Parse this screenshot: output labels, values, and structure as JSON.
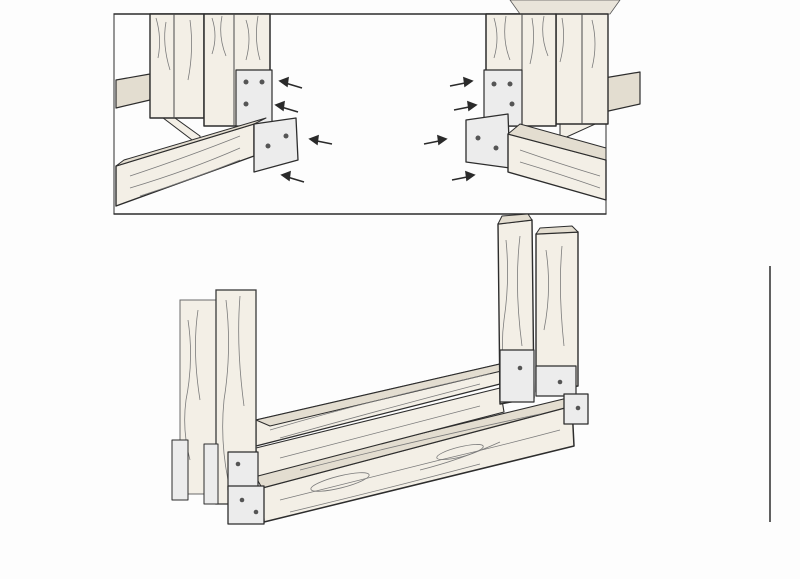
{
  "illustration": {
    "panels": [
      {
        "id": "detail",
        "subject": "corner-bracket-assembly-detail"
      },
      {
        "id": "overview",
        "subject": "base-frame-with-four-posts"
      }
    ],
    "colors": {
      "ink": "#2d2d2d",
      "wood": "#f3efe6",
      "background": "#ffffff"
    }
  }
}
